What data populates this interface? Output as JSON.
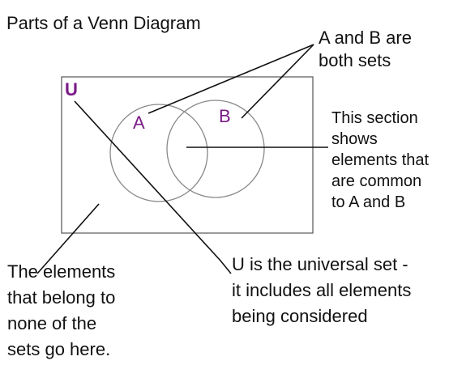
{
  "title": "Parts of a Venn Diagram",
  "sets": {
    "universal_label": "U",
    "a_label": "A",
    "b_label": "B"
  },
  "callouts": {
    "ab_sets": [
      "A and B are",
      "both sets"
    ],
    "intersection": [
      "This section",
      "shows",
      "elements that",
      "are common",
      "to A and B"
    ],
    "outside": [
      "The elements",
      "that belong to",
      "none of the",
      "sets go here."
    ],
    "universal": [
      "U is the universal set -",
      "it includes all elements",
      "being considered"
    ]
  },
  "colors": {
    "set_label": "#7a1a86",
    "lines": "#111111",
    "outline": "#666666"
  }
}
